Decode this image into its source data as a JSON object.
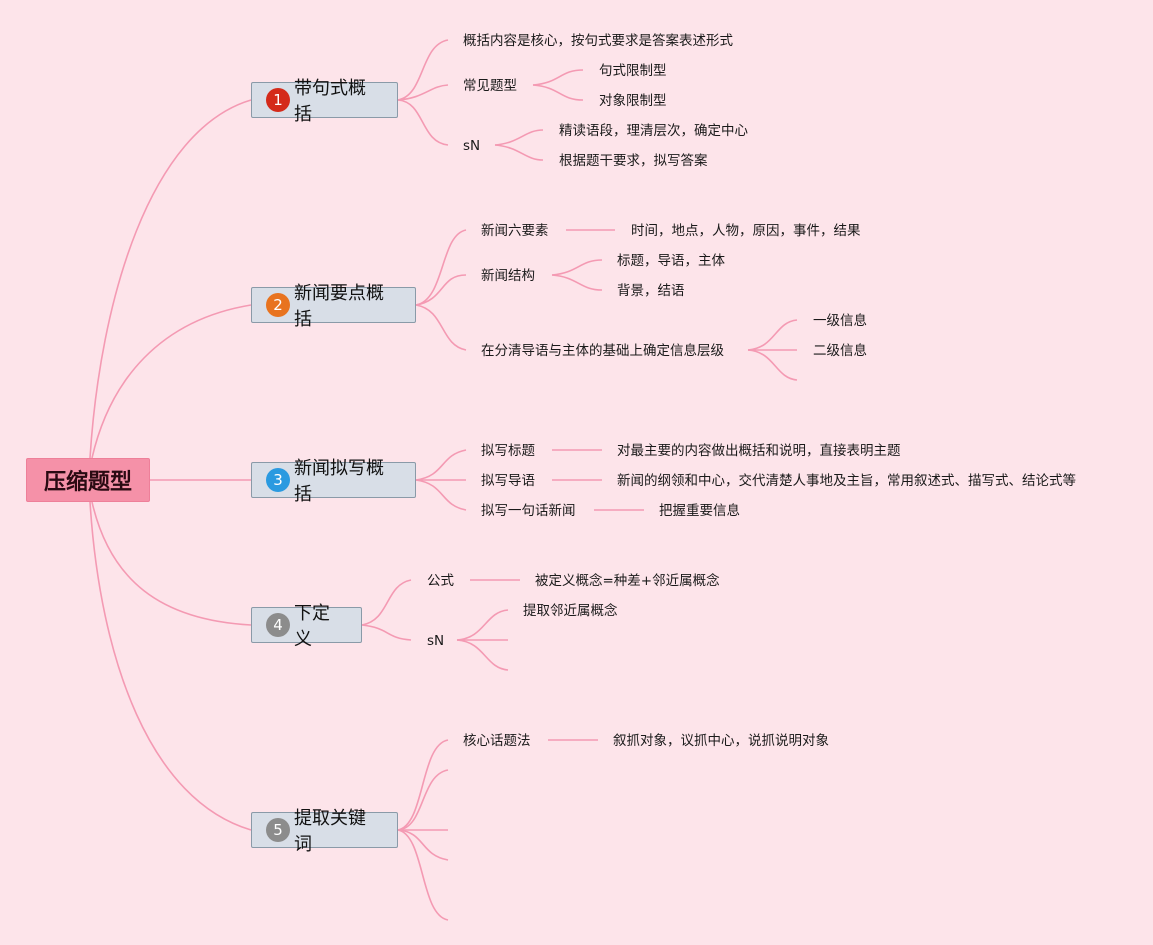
{
  "root": {
    "label": "压缩题型"
  },
  "colors": {
    "background": "#fde4ea",
    "link": "#f49ab3",
    "root_fill": "#f591a8",
    "branch_fill": "#d8dee7",
    "badge_1": "#d42a1a",
    "badge_2": "#e8731f",
    "badge_3": "#2a9ae0",
    "badge_4": "#8c8c8c",
    "badge_5": "#8c8c8c"
  },
  "branches": [
    {
      "number": "1",
      "label": "带句式概括",
      "children": [
        {
          "label": "概括内容是核心，按句式要求是答案表述形式"
        },
        {
          "label": "常见题型",
          "children": [
            {
              "label": "句式限制型"
            },
            {
              "label": "对象限制型"
            }
          ]
        },
        {
          "label": "sN",
          "children": [
            {
              "label": "精读语段，理清层次，确定中心"
            },
            {
              "label": "根据题干要求，拟写答案"
            }
          ]
        }
      ]
    },
    {
      "number": "2",
      "label": "新闻要点概括",
      "children": [
        {
          "label": "新闻六要素",
          "children": [
            {
              "label": "时间，地点，人物，原因，事件，结果"
            }
          ]
        },
        {
          "label": "新闻结构",
          "children": [
            {
              "label": "标题，导语，主体"
            },
            {
              "label": "背景，结语"
            }
          ]
        },
        {
          "label": "在分清导语与主体的基础上确定信息层级",
          "children": [
            {
              "label": "一级信息"
            },
            {
              "label": "二级信息"
            },
            {
              "label": ""
            }
          ]
        }
      ]
    },
    {
      "number": "3",
      "label": "新闻拟写概括",
      "children": [
        {
          "label": "拟写标题",
          "children": [
            {
              "label": "对最主要的内容做出概括和说明，直接表明主题"
            }
          ]
        },
        {
          "label": "拟写导语",
          "children": [
            {
              "label": "新闻的纲领和中心，交代清楚人事地及主旨，常用叙述式、描写式、结论式等"
            }
          ]
        },
        {
          "label": "拟写一句话新闻",
          "children": [
            {
              "label": "把握重要信息"
            }
          ]
        }
      ]
    },
    {
      "number": "4",
      "label": "下定义",
      "children": [
        {
          "label": "公式",
          "children": [
            {
              "label": "被定义概念=种差+邻近属概念"
            }
          ]
        },
        {
          "label": "sN",
          "children": [
            {
              "label": "提取邻近属概念"
            },
            {
              "label": ""
            },
            {
              "label": ""
            }
          ]
        }
      ]
    },
    {
      "number": "5",
      "label": "提取关键词",
      "children": [
        {
          "label": "核心话题法",
          "children": [
            {
              "label": "叙抓对象，议抓中心，说抓说明对象"
            }
          ]
        },
        {
          "label": ""
        },
        {
          "label": ""
        },
        {
          "label": ""
        },
        {
          "label": ""
        }
      ]
    }
  ]
}
